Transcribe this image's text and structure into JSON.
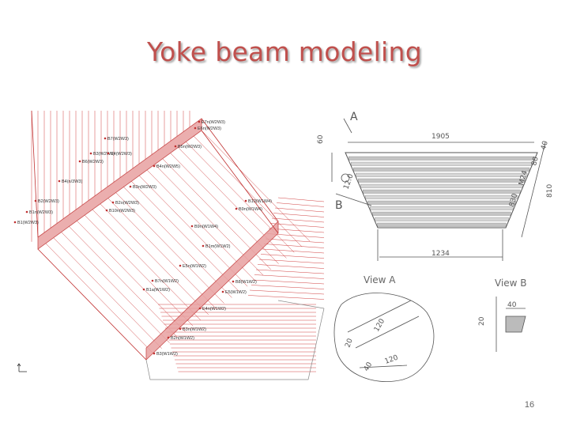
{
  "slide": {
    "title": "Yoke beam modeling",
    "page_number": "16"
  },
  "colors": {
    "title": "#c0504d",
    "mesh": "#d04040",
    "drawing": "#555555"
  },
  "model_labels": [
    "E7n(W2W3)",
    "E6n(W2W3)",
    "B7(W2W3)",
    "B5n(W2W3)",
    "B3(W2W3)",
    "E4(W2W3)",
    "B6(W2W3)",
    "B4n(W2W5)",
    "B4(n/3W3)",
    "B3n(W2W3)",
    "B2(W2W3)",
    "B2o(W2W3)",
    "B1n(W2W3)",
    "B10n(W2W3)",
    "B1(W2W3)",
    "B10(W1W4)",
    "B9n(W1W4)",
    "B9n(W1W4)",
    "B1m(W1W2)",
    "E5n(W1W2)",
    "B7n(W1W2)",
    "B8(W1W2)",
    "B1a(W1W2)",
    "E5(W1W2)",
    "E4n(W1W2)",
    "B3n(W1W2)",
    "B2n(W1W2)",
    "B3(W1W2)"
  ],
  "dimensions": {
    "top_width": "1905",
    "bottom_width": "1234",
    "left_height": "60",
    "right_height": "810",
    "slant_r1": "40",
    "slant_r2": "80",
    "slant_r3": "M24",
    "slant_r4": "830",
    "slant_l": "12.0",
    "view_a_d1": "20",
    "view_a_d2": "120",
    "view_a_d3": "120",
    "view_a_d4": "40",
    "view_b_d1": "40",
    "view_b_d2": "20"
  },
  "views": {
    "section_a": "A",
    "section_b": "B",
    "view_a": "View A",
    "view_b": "View B"
  }
}
